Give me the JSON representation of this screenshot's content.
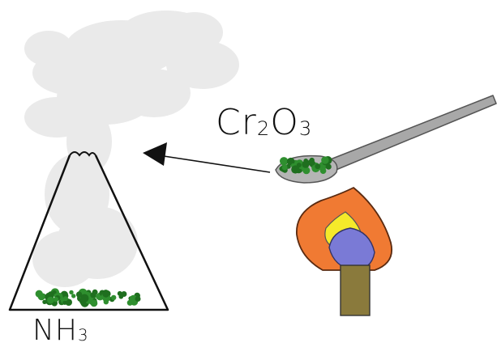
{
  "labels": {
    "catalyst": "Cr",
    "catalyst_sub1": "2",
    "catalyst_o": "O",
    "catalyst_sub2": "3",
    "gas": "NH",
    "gas_sub": "3"
  },
  "colors": {
    "smoke": "#d9d9d9",
    "catalyst_green": "#2f8f2f",
    "catalyst_dark": "#1f6f1f",
    "spoon": "#a8a8a8",
    "spoon_outline": "#555555",
    "flame_outer": "#f07a33",
    "flame_yellow": "#f5ea2a",
    "flame_blue": "#7a7ad6",
    "burner": "#8a7a3c",
    "line": "#111111"
  }
}
